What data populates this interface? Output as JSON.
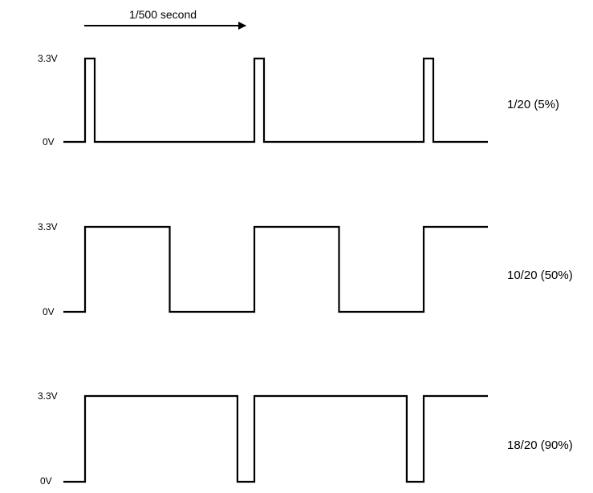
{
  "header": {
    "period_label": "1/500 second"
  },
  "waveforms": [
    {
      "high_label": "3.3V",
      "low_label": "0V",
      "duty_label": "1/20 (5%)",
      "duty_fraction": 0.05
    },
    {
      "high_label": "3.3V",
      "low_label": "0V",
      "duty_label": "10/20 (50%)",
      "duty_fraction": 0.5
    },
    {
      "high_label": "3.3V",
      "low_label": "0V",
      "duty_label": "18/20 (90%)",
      "duty_fraction": 0.9
    }
  ],
  "colors": {
    "line": "#000000",
    "background": "#ffffff"
  }
}
